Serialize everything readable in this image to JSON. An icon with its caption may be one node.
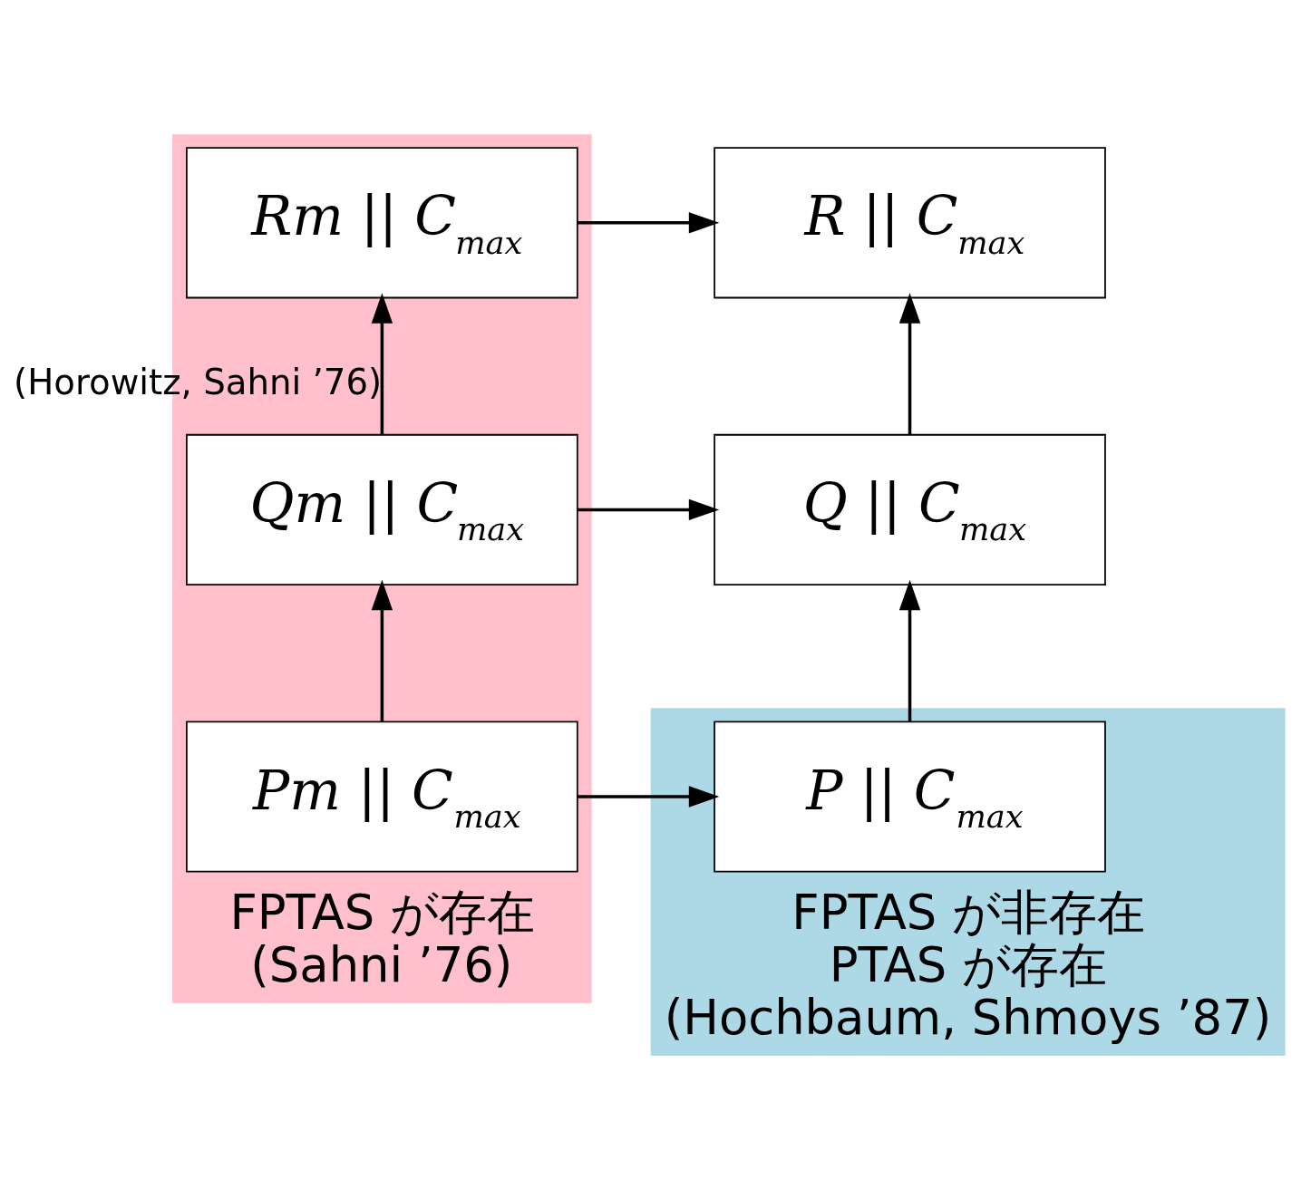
{
  "diagram": {
    "nodes": [
      {
        "text": [
          "FPTAS が存在",
          "(Sahni ’76)"
        ]
      },
      {
        "text": [
          "Rm || C$_{max}$"
        ],
        "in": 0
      },
      {
        "text": [
          "R || C$_{max}$"
        ]
      },
      {
        "text": [
          "Qm || C$_{max}$"
        ],
        "in": 0
      },
      {
        "text": [
          "Q || C$_{max}$"
        ]
      },
      {
        "text": [
          "Pm || C$_{max}$"
        ],
        "in": 0
      },
      {
        "text": [
          "FPTAS が非存在",
          "PTAS が存在",
          "(Hochbaum, Shmoys ’87)"
        ]
      },
      {
        "text": [
          "P || C$_{max}$"
        ],
        "in": 6
      }
    ],
    "edges": [
      {
        "from": 1,
        "to": 2,
        "arrow": "to"
      },
      {
        "from": 3,
        "to": 1,
        "arrow": "to",
        "label": "(Horowitz, Sahni ’76)"
      },
      {
        "from": 3,
        "to": 4,
        "arrow": "to"
      },
      {
        "from": 4,
        "to": 2,
        "arrow": "to"
      },
      {
        "from": 5,
        "to": 3,
        "arrow": "to"
      },
      {
        "from": 5,
        "to": 7,
        "arrow": "to"
      },
      {
        "from": 7,
        "to": 4,
        "arrow": "to"
      }
    ]
  }
}
